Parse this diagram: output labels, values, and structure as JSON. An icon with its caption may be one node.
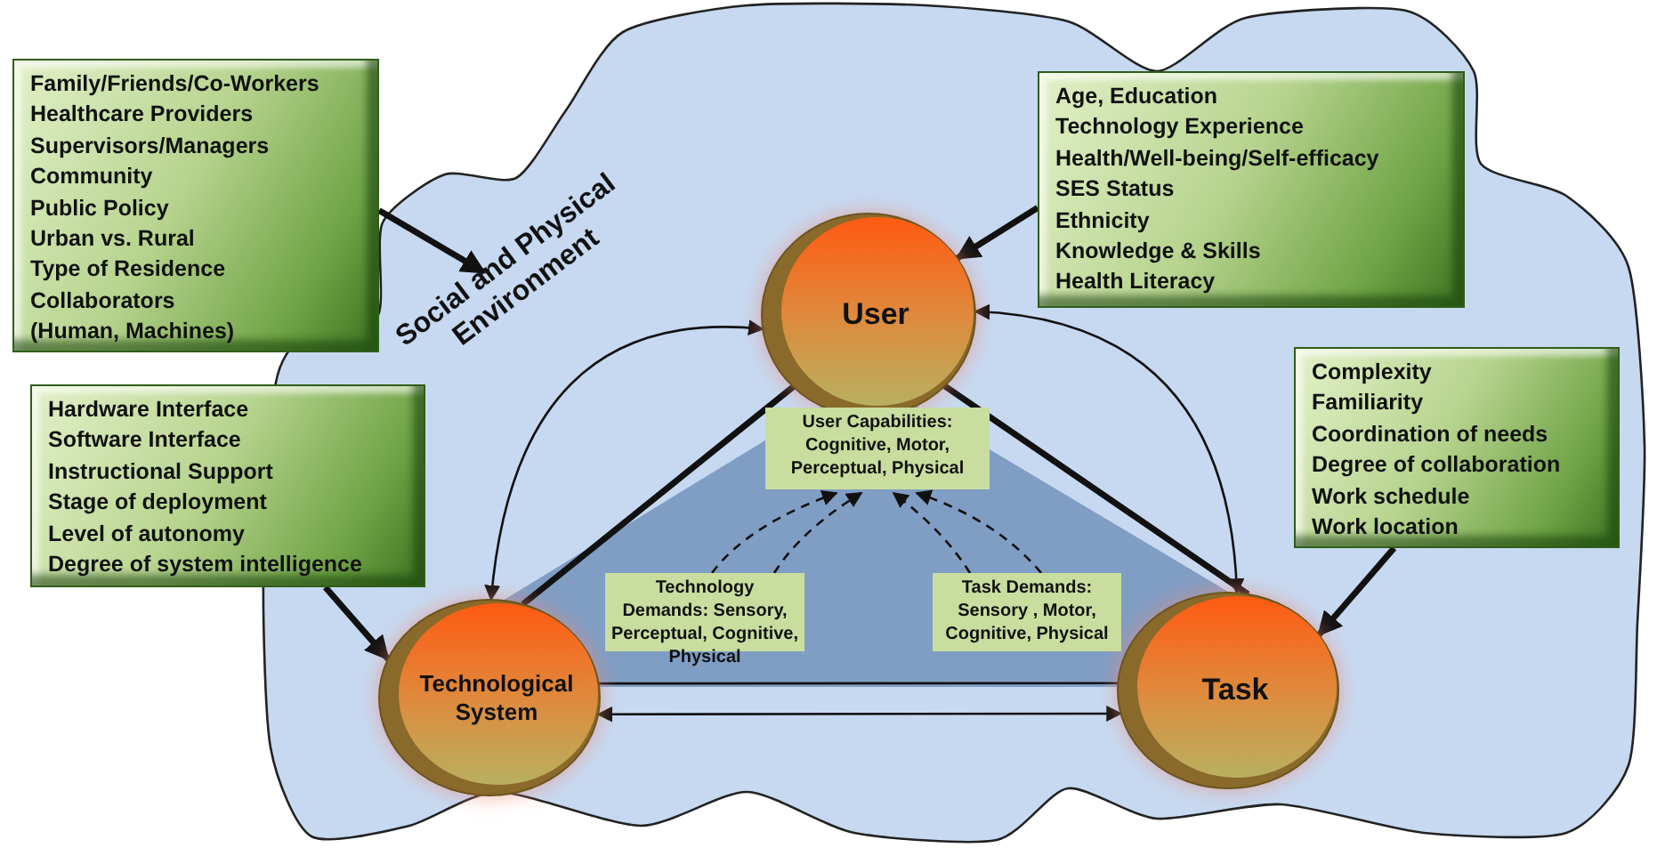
{
  "diagram": {
    "nodes": [
      {
        "text": [
          "Social and Physical Environment"
        ]
      },
      {
        "text": [
          "Family/Friends/Co-Workers",
          "Healthcare Providers",
          "Supervisors/Managers",
          "Community",
          "Public Policy",
          "Urban vs. Rural",
          "Type of Residence",
          "Collaborators",
          "(Human, Machines)"
        ]
      },
      {
        "text": [
          "Hardware Interface",
          "Software Interface",
          "Instructional Support",
          "Stage of deployment",
          "Level of autonomy",
          "Degree of system intelligence"
        ]
      },
      {
        "text": [
          "Age, Education",
          "Technology Experience",
          "Health/Well-being/Self-efficacy",
          "SES Status",
          "Ethnicity",
          "Knowledge & Skills",
          "Health Literacy"
        ],
        "in": 0
      },
      {
        "text": [
          "Complexity",
          "Familiarity",
          "Coordination of needs",
          "Degree of collaboration",
          "Work schedule",
          "Work location"
        ],
        "in": 0
      },
      {
        "text": [
          "User"
        ],
        "in": 0
      },
      {
        "text": [
          "Technological System"
        ],
        "in": 0
      },
      {
        "text": [
          "Task"
        ],
        "in": 0
      },
      {
        "text": [
          "User Capabilities: Cognitive, Motor, Perceptual, Physical"
        ],
        "in": 0
      },
      {
        "text": [
          "Technology Demands: Sensory, Perceptual, Cognitive, Physical"
        ],
        "in": 0
      },
      {
        "text": [
          "Task Demands: Sensory , Motor, Cognitive, Physical"
        ],
        "in": 0
      }
    ],
    "edges": [
      {
        "from": 1,
        "to": 0,
        "arrow": "to",
        "style": "thick"
      },
      {
        "from": 3,
        "to": 5,
        "arrow": "to",
        "style": "thick"
      },
      {
        "from": 2,
        "to": 6,
        "arrow": "to",
        "style": "thick"
      },
      {
        "from": 4,
        "to": 7,
        "arrow": "to",
        "style": "thick"
      },
      {
        "from": 5,
        "to": 6,
        "arrow": "both"
      },
      {
        "from": 5,
        "to": 7,
        "arrow": "both"
      },
      {
        "from": 6,
        "to": 7,
        "arrow": "both"
      },
      {
        "from": 5,
        "to": 6,
        "arrow": "none",
        "style": "thick"
      },
      {
        "from": 5,
        "to": 7,
        "arrow": "none",
        "style": "thick"
      },
      {
        "from": 6,
        "to": 7,
        "arrow": "none"
      },
      {
        "from": 9,
        "to": 8,
        "arrow": "to",
        "style": "dashed"
      },
      {
        "from": 9,
        "to": 8,
        "arrow": "to",
        "style": "dashed"
      },
      {
        "from": 10,
        "to": 8,
        "arrow": "to",
        "style": "dashed"
      },
      {
        "from": 10,
        "to": 8,
        "arrow": "to",
        "style": "dashed"
      }
    ]
  }
}
